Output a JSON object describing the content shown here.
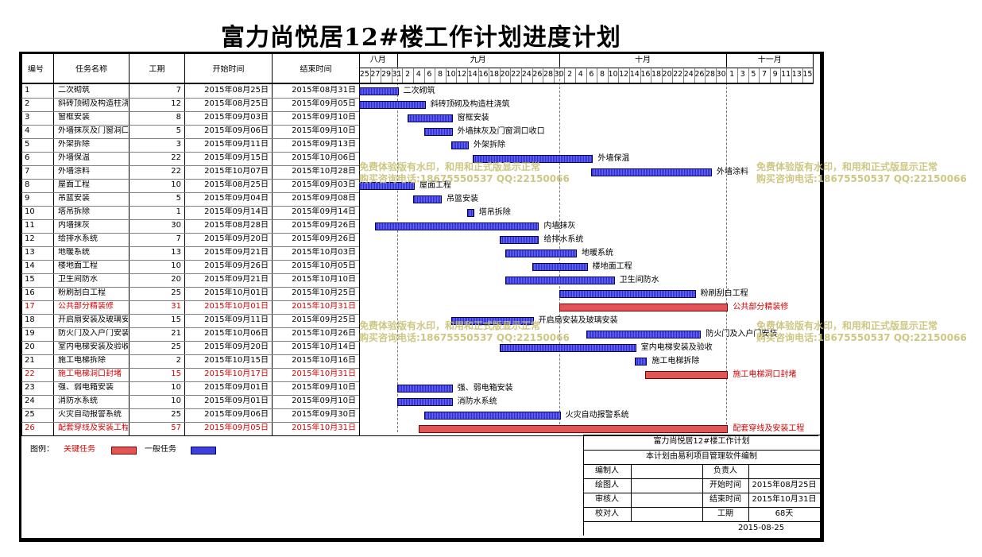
{
  "title": "富力尚悦居12#楼工作计划进度计划",
  "headers": {
    "id": "编号",
    "name": "任务名称",
    "duration": "工期",
    "start": "开始时间",
    "end": "结束时间"
  },
  "months": [
    {
      "label": "八月",
      "start": "2015-08-25",
      "end": "2015-09-01"
    },
    {
      "label": "九月",
      "start": "2015-09-01",
      "end": "2015-10-01"
    },
    {
      "label": "十月",
      "start": "2015-10-01",
      "end": "2015-11-01"
    },
    {
      "label": "十一月",
      "start": "2015-11-01",
      "end": "2015-11-17"
    }
  ],
  "day_ticks": [
    {
      "date": "2015-08-25",
      "label": "25"
    },
    {
      "date": "2015-08-27",
      "label": "27"
    },
    {
      "date": "2015-08-29",
      "label": "29"
    },
    {
      "date": "2015-08-31",
      "label": "31"
    },
    {
      "date": "2015-09-02",
      "label": "2"
    },
    {
      "date": "2015-09-04",
      "label": "4"
    },
    {
      "date": "2015-09-06",
      "label": "6"
    },
    {
      "date": "2015-09-08",
      "label": "8"
    },
    {
      "date": "2015-09-10",
      "label": "10"
    },
    {
      "date": "2015-09-12",
      "label": "12"
    },
    {
      "date": "2015-09-14",
      "label": "14"
    },
    {
      "date": "2015-09-16",
      "label": "16"
    },
    {
      "date": "2015-09-18",
      "label": "18"
    },
    {
      "date": "2015-09-20",
      "label": "20"
    },
    {
      "date": "2015-09-22",
      "label": "22"
    },
    {
      "date": "2015-09-24",
      "label": "24"
    },
    {
      "date": "2015-09-26",
      "label": "26"
    },
    {
      "date": "2015-09-28",
      "label": "28"
    },
    {
      "date": "2015-09-30",
      "label": "30"
    },
    {
      "date": "2015-10-02",
      "label": "2"
    },
    {
      "date": "2015-10-04",
      "label": "4"
    },
    {
      "date": "2015-10-06",
      "label": "6"
    },
    {
      "date": "2015-10-08",
      "label": "8"
    },
    {
      "date": "2015-10-10",
      "label": "10"
    },
    {
      "date": "2015-10-12",
      "label": "12"
    },
    {
      "date": "2015-10-14",
      "label": "14"
    },
    {
      "date": "2015-10-16",
      "label": "16"
    },
    {
      "date": "2015-10-18",
      "label": "18"
    },
    {
      "date": "2015-10-20",
      "label": "20"
    },
    {
      "date": "2015-10-22",
      "label": "22"
    },
    {
      "date": "2015-10-24",
      "label": "24"
    },
    {
      "date": "2015-10-26",
      "label": "26"
    },
    {
      "date": "2015-10-28",
      "label": "28"
    },
    {
      "date": "2015-10-30",
      "label": "30"
    },
    {
      "date": "2015-11-01",
      "label": "1"
    },
    {
      "date": "2015-11-03",
      "label": "3"
    },
    {
      "date": "2015-11-05",
      "label": "5"
    },
    {
      "date": "2015-11-07",
      "label": "7"
    },
    {
      "date": "2015-11-09",
      "label": "9"
    },
    {
      "date": "2015-11-11",
      "label": "11"
    },
    {
      "date": "2015-11-13",
      "label": "13"
    },
    {
      "date": "2015-11-15",
      "label": "15"
    }
  ],
  "chart_data": {
    "type": "gantt",
    "x_range": [
      "2015-08-25",
      "2015-11-17"
    ],
    "tasks": [
      {
        "id": "1",
        "name": "二次砌筑",
        "duration": "7",
        "start_text": "2015年08月25日",
        "end_text": "2015年08月31日",
        "start": "2015-08-25",
        "end": "2015-08-31",
        "critical": false
      },
      {
        "id": "2",
        "name": "斜砖顶砌及构造柱浇筑",
        "duration": "12",
        "start_text": "2015年08月25日",
        "end_text": "2015年09月05日",
        "start": "2015-08-25",
        "end": "2015-09-05",
        "critical": false
      },
      {
        "id": "3",
        "name": "窗框安装",
        "duration": "8",
        "start_text": "2015年09月03日",
        "end_text": "2015年09月10日",
        "start": "2015-09-03",
        "end": "2015-09-10",
        "critical": false
      },
      {
        "id": "4",
        "name": "外墙抹灰及门窗洞口收口",
        "duration": "5",
        "start_text": "2015年09月06日",
        "end_text": "2015年09月10日",
        "start": "2015-09-06",
        "end": "2015-09-10",
        "critical": false
      },
      {
        "id": "5",
        "name": "外架拆除",
        "duration": "3",
        "start_text": "2015年09月11日",
        "end_text": "2015年09月13日",
        "start": "2015-09-11",
        "end": "2015-09-13",
        "critical": false
      },
      {
        "id": "6",
        "name": "外墙保温",
        "duration": "22",
        "start_text": "2015年09月15日",
        "end_text": "2015年10月06日",
        "start": "2015-09-15",
        "end": "2015-10-06",
        "critical": false
      },
      {
        "id": "7",
        "name": "外墙涂料",
        "duration": "22",
        "start_text": "2015年10月07日",
        "end_text": "2015年10月28日",
        "start": "2015-10-07",
        "end": "2015-10-28",
        "critical": false
      },
      {
        "id": "8",
        "name": "屋面工程",
        "duration": "10",
        "start_text": "2015年08月25日",
        "end_text": "2015年09月03日",
        "start": "2015-08-25",
        "end": "2015-09-03",
        "critical": false
      },
      {
        "id": "9",
        "name": "吊篮安装",
        "duration": "5",
        "start_text": "2015年09月04日",
        "end_text": "2015年09月08日",
        "start": "2015-09-04",
        "end": "2015-09-08",
        "critical": false
      },
      {
        "id": "10",
        "name": "塔吊拆除",
        "duration": "1",
        "start_text": "2015年09月14日",
        "end_text": "2015年09月14日",
        "start": "2015-09-14",
        "end": "2015-09-14",
        "critical": false
      },
      {
        "id": "11",
        "name": "内墙抹灰",
        "duration": "30",
        "start_text": "2015年08月28日",
        "end_text": "2015年09月26日",
        "start": "2015-08-28",
        "end": "2015-09-26",
        "critical": false
      },
      {
        "id": "12",
        "name": "给排水系统",
        "duration": "7",
        "start_text": "2015年09月20日",
        "end_text": "2015年09月26日",
        "start": "2015-09-20",
        "end": "2015-09-26",
        "critical": false
      },
      {
        "id": "13",
        "name": "地暖系统",
        "duration": "13",
        "start_text": "2015年09月21日",
        "end_text": "2015年10月03日",
        "start": "2015-09-21",
        "end": "2015-10-03",
        "critical": false
      },
      {
        "id": "14",
        "name": "楼地面工程",
        "duration": "10",
        "start_text": "2015年09月26日",
        "end_text": "2015年10月05日",
        "start": "2015-09-26",
        "end": "2015-10-05",
        "critical": false
      },
      {
        "id": "15",
        "name": "卫生间防水",
        "duration": "20",
        "start_text": "2015年09月21日",
        "end_text": "2015年10月10日",
        "start": "2015-09-21",
        "end": "2015-10-10",
        "critical": false
      },
      {
        "id": "16",
        "name": "粉刷刮白工程",
        "duration": "25",
        "start_text": "2015年10月01日",
        "end_text": "2015年10月25日",
        "start": "2015-10-01",
        "end": "2015-10-25",
        "critical": false
      },
      {
        "id": "17",
        "name": "公共部分精装修",
        "duration": "31",
        "start_text": "2015年10月01日",
        "end_text": "2015年10月31日",
        "start": "2015-10-01",
        "end": "2015-10-31",
        "critical": true
      },
      {
        "id": "18",
        "name": "开启扇安装及玻璃安装",
        "duration": "15",
        "start_text": "2015年09月11日",
        "end_text": "2015年09月25日",
        "start": "2015-09-11",
        "end": "2015-09-25",
        "critical": false
      },
      {
        "id": "19",
        "name": "防火门及入户门安装",
        "duration": "21",
        "start_text": "2015年10月06日",
        "end_text": "2015年10月26日",
        "start": "2015-10-06",
        "end": "2015-10-26",
        "critical": false
      },
      {
        "id": "20",
        "name": "室内电梯安装及验收",
        "duration": "25",
        "start_text": "2015年09月20日",
        "end_text": "2015年10月14日",
        "start": "2015-09-20",
        "end": "2015-10-14",
        "critical": false
      },
      {
        "id": "21",
        "name": "施工电梯拆除",
        "duration": "2",
        "start_text": "2015年10月15日",
        "end_text": "2015年10月16日",
        "start": "2015-10-15",
        "end": "2015-10-16",
        "critical": false
      },
      {
        "id": "22",
        "name": "施工电梯洞口封堵",
        "duration": "15",
        "start_text": "2015年10月17日",
        "end_text": "2015年10月31日",
        "start": "2015-10-17",
        "end": "2015-10-31",
        "critical": true
      },
      {
        "id": "23",
        "name": "强、弱电箱安装",
        "duration": "10",
        "start_text": "2015年09月01日",
        "end_text": "2015年09月10日",
        "start": "2015-09-01",
        "end": "2015-09-10",
        "critical": false
      },
      {
        "id": "24",
        "name": "消防水系统",
        "duration": "10",
        "start_text": "2015年09月01日",
        "end_text": "2015年09月10日",
        "start": "2015-09-01",
        "end": "2015-09-10",
        "critical": false
      },
      {
        "id": "25",
        "name": "火灾自动报警系统",
        "duration": "25",
        "start_text": "2015年09月06日",
        "end_text": "2015年09月30日",
        "start": "2015-09-06",
        "end": "2015-09-30",
        "critical": false
      },
      {
        "id": "26",
        "name": "配套穿线及安装工程",
        "duration": "57",
        "start_text": "2015年09月05日",
        "end_text": "2015年10月31日",
        "start": "2015-09-05",
        "end": "2015-10-31",
        "critical": true
      }
    ]
  },
  "watermark": {
    "line1": "免费体验版有水印，和用和正式版显示正常",
    "line2": "购买咨询电话:18675550537 QQ:22150066"
  },
  "legend": {
    "label": "图例：",
    "critical": "关键任务",
    "normal": "一般任务",
    "critical_color": "#e05555",
    "normal_color": "#3f3fe0"
  },
  "title_block": {
    "title": "富力尚悦居12#楼工作计划",
    "subtitle": "本计划由易利项目管理软件编制",
    "editor_label": "编制人",
    "owner_label": "负责人",
    "drawer_label": "绘图人",
    "start_label": "开始时间",
    "start_value": "2015年08月25日",
    "reviewer_label": "审核人",
    "end_label": "结束时间",
    "end_value": "2015年10月31日",
    "checker_label": "校对人",
    "duration_label": "工期",
    "duration_value": "68天",
    "date": "2015-08-25"
  }
}
